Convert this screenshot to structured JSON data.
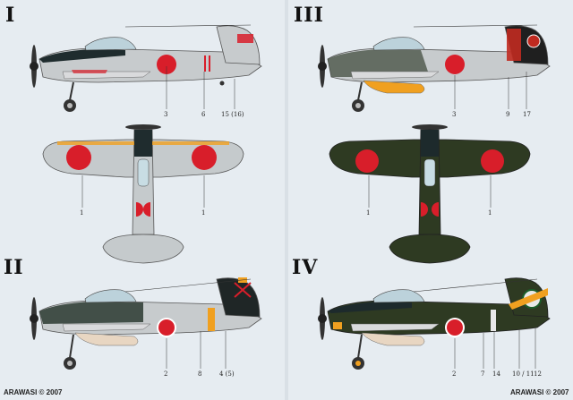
{
  "schemes": [
    {
      "numeral": "I",
      "callouts": [
        "3",
        "6",
        "15 (16)"
      ],
      "callouts_top": [
        "1",
        "1"
      ]
    },
    {
      "numeral": "II",
      "callouts": [
        "2",
        "8",
        "4 (5)"
      ]
    },
    {
      "numeral": "III",
      "callouts": [
        "3",
        "9",
        "17"
      ],
      "callouts_top": [
        "1",
        "1"
      ]
    },
    {
      "numeral": "IV",
      "callouts": [
        "2",
        "7",
        "14",
        "10 / 11",
        "12"
      ]
    }
  ],
  "footer": {
    "left": "ARAWASI © 2007",
    "right": "ARAWASI © 2007"
  },
  "colors": {
    "background": "#e6ecf1",
    "silver": "#c9cdd0",
    "dark_green": "#2e3a22",
    "hinomaru_red": "#d81e2a",
    "anti_glare": "#1d2a2c",
    "orange": "#f0a020"
  }
}
